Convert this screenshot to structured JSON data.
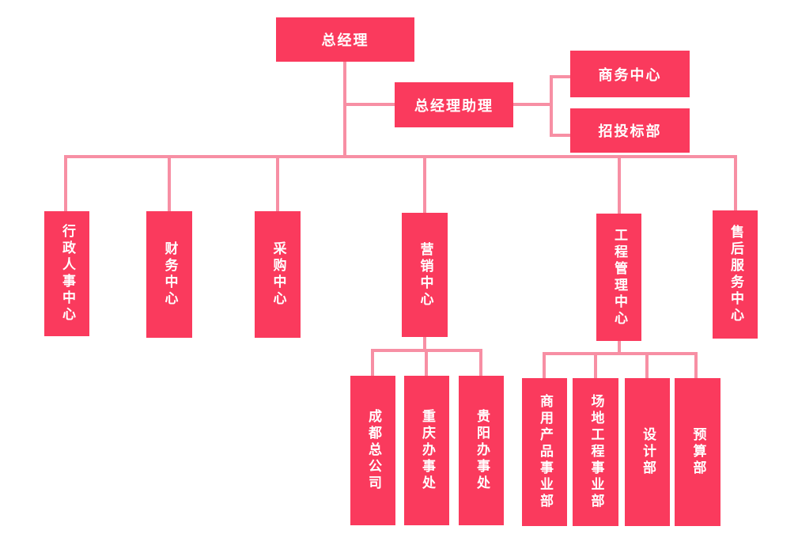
{
  "colors": {
    "node_fill": "#FA3A5D",
    "connector": "#F78FA4",
    "node_text": "#FFFFFF",
    "canvas_bg": "#FFFFFF"
  },
  "org": {
    "root": {
      "label": "总经理",
      "assistant": {
        "label": "总经理助理",
        "children": [
          {
            "label": "商务中心"
          },
          {
            "label": "招投标部"
          }
        ]
      },
      "departments": [
        {
          "label": "行政人事中心",
          "children": []
        },
        {
          "label": "财务中心",
          "children": []
        },
        {
          "label": "采购中心",
          "children": []
        },
        {
          "label": "营销中心",
          "children": [
            {
              "label": "成都总公司"
            },
            {
              "label": "重庆办事处"
            },
            {
              "label": "贵阳办事处"
            }
          ]
        },
        {
          "label": "工程管理中心",
          "children": [
            {
              "label": "商用产品事业部"
            },
            {
              "label": "场地工程事业部"
            },
            {
              "label": "设计部"
            },
            {
              "label": "预算部"
            }
          ]
        },
        {
          "label": "售后服务中心",
          "children": []
        }
      ]
    }
  }
}
